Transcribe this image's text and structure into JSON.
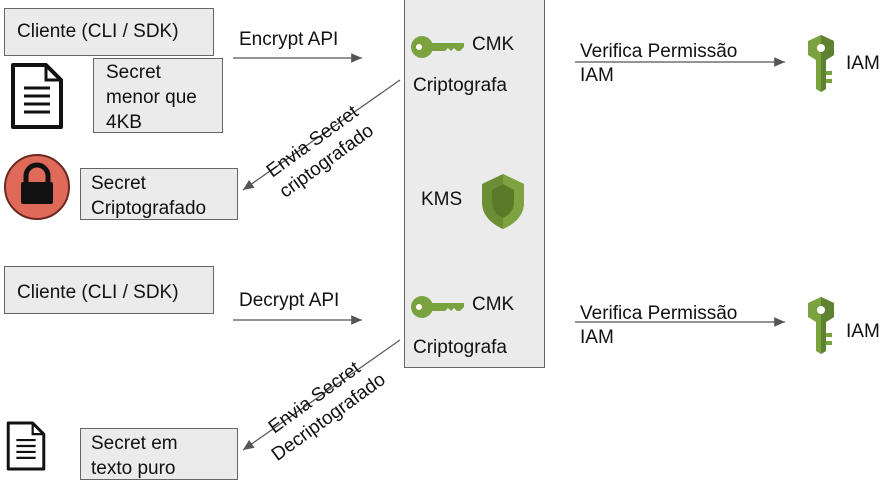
{
  "top": {
    "client_label": "Cliente (CLI / SDK)",
    "api_label": "Encrypt API",
    "secret_box": "Secret\nmenor que\n4KB",
    "return_label": "Envia Secret\ncriptografado",
    "result_box": "Secret\nCriptografado",
    "cmk_label": "CMK",
    "action_label": "Criptografa",
    "verify_label": "Verifica Permissão\nIAM",
    "iam_label": "IAM"
  },
  "kms_label": "KMS",
  "bottom": {
    "client_label": "Cliente (CLI / SDK)",
    "api_label": "Decrypt API",
    "return_label": "Envia Secret\nDecriptografado",
    "result_box": "Secret em\ntexto puro",
    "cmk_label": "CMK",
    "action_label": "Criptografa",
    "verify_label": "Verifica Permissão\nIAM",
    "iam_label": "IAM"
  },
  "colors": {
    "box_fill": "#ebebeb",
    "kms_panel": "#ebebeb",
    "key_green": "#7aa23f",
    "shield_green": "#6b8e35",
    "lock_red": "#e06a5a",
    "arrow": "#555555"
  },
  "icons": [
    "document-icon",
    "key-icon",
    "lock-icon",
    "shield-icon",
    "iam-key-icon"
  ]
}
